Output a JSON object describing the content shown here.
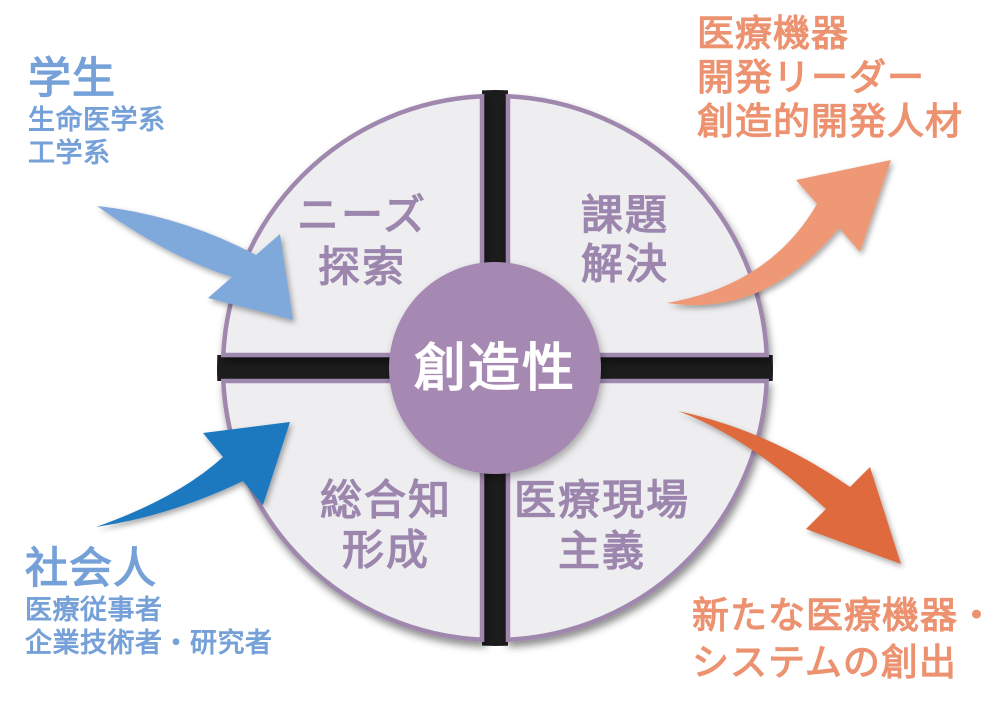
{
  "center": {
    "label": "創造性"
  },
  "quadrants": [
    {
      "id": "needs-search",
      "lines": [
        "ニーズ",
        "探索"
      ]
    },
    {
      "id": "problem-solving",
      "lines": [
        "課題",
        "解決"
      ]
    },
    {
      "id": "integrated-knowledge",
      "lines": [
        "総合知",
        "形成"
      ]
    },
    {
      "id": "clinical-field-first",
      "lines": [
        "医療現場",
        "主義"
      ]
    }
  ],
  "inputs": {
    "students": {
      "title": "学生",
      "lines": [
        "生命医学系",
        "工学系"
      ]
    },
    "professionals": {
      "title": "社会人",
      "lines": [
        "医療従事者",
        "企業技術者・研究者"
      ]
    }
  },
  "outputs": {
    "leader": {
      "lines": [
        "医療機器",
        "開発リーダー",
        "創造的開発人材"
      ]
    },
    "creation": {
      "lines": [
        "新たな医療機器・",
        "システムの創出"
      ]
    }
  },
  "colors": {
    "background": "#FFFFFF",
    "quadrant_fill": "#EEEDEF",
    "quadrant_border": "#9F87AD",
    "quadrant_text": "#9C86AE",
    "center_fill": "#A689B2",
    "center_text": "#FFFFFF",
    "gap_bar": "#0B0B0B",
    "label_blue": "#75A1D8",
    "label_salmon": "#EC9270",
    "arrow_blue_light": "#7FA8DB",
    "arrow_blue_dark": "#1B79C0",
    "arrow_orange_light": "#EF9874",
    "arrow_orange_dark": "#DE6A3E"
  }
}
